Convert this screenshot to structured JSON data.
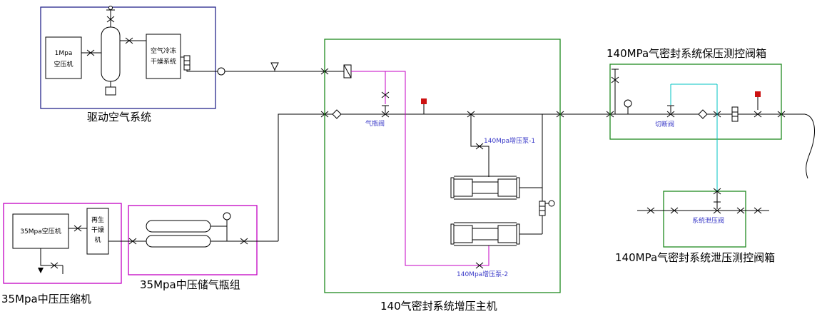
{
  "colors": {
    "pipe": "#000000",
    "navy": "#26268c",
    "magenta": "#c400c4",
    "green": "#1f8a1f",
    "cyan": "#00c3c3",
    "label_blue": "#3a3ac8",
    "red": "#cc1111"
  },
  "sections": {
    "drive_air": {
      "title": "驱动空气系统"
    },
    "mp_compressor": {
      "title": "35Mpa中压压缩机"
    },
    "mp_storage": {
      "title": "35Mpa中压储气瓶组"
    },
    "booster_host": {
      "title": "140气密封系统增压主机"
    },
    "hold_box": {
      "title": "140MPa气密封系统保压测控阀箱"
    },
    "relief_box": {
      "title": "140MPa气密封系统泄压测控阀箱"
    }
  },
  "components": {
    "compressor_1mpa": {
      "line1": "1Mpa",
      "line2": "空压机"
    },
    "freeze_dryer": {
      "line1": "空气冷冻",
      "line2": "干燥系统"
    },
    "compressor_35mpa": {
      "label": "35Mpa空压机"
    },
    "regen_dryer": {
      "line1": "再生",
      "line2": "干燥",
      "line3": "机"
    },
    "cylinder_valve": {
      "label": "气瓶阀"
    },
    "booster_pump1": {
      "label": "140Mpa增压泵-1"
    },
    "booster_pump2": {
      "label": "140Mpa增压泵-2"
    },
    "cutoff_valve": {
      "label": "切断阀"
    },
    "system_relief_valve": {
      "label": "系统泄压阀"
    }
  }
}
